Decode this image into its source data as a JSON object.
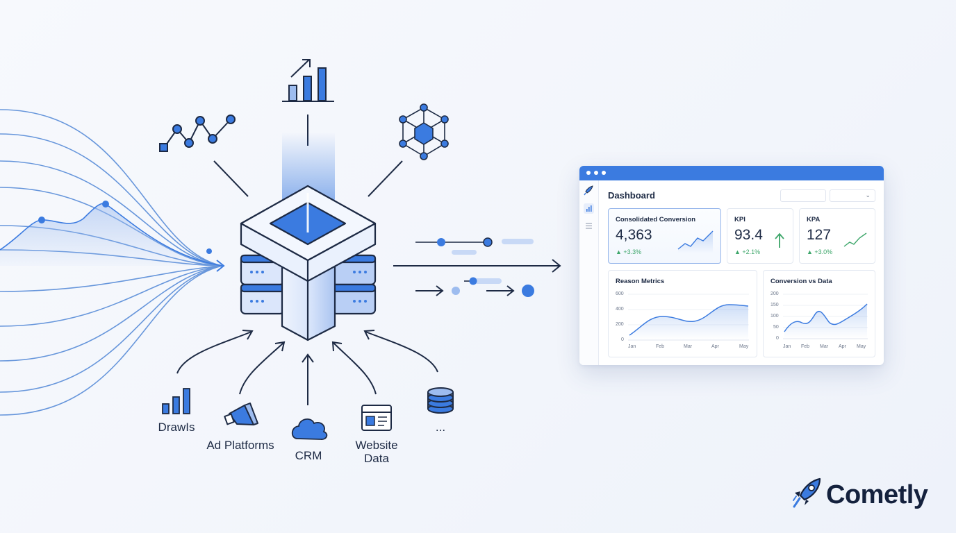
{
  "sources": [
    {
      "label": "DrawIs",
      "icon": "bar-chart-icon"
    },
    {
      "label": "Ad Platforms",
      "icon": "megaphone-icon"
    },
    {
      "label": "CRM",
      "icon": "cloud-icon"
    },
    {
      "label": "Website\nData",
      "icon": "browser-window-icon"
    },
    {
      "label": "...",
      "icon": "database-icon"
    }
  ],
  "outputs_icons": [
    "line-chart-icon",
    "bar-growth-icon",
    "network-graph-icon"
  ],
  "dashboard": {
    "title": "Dashboard",
    "cards": [
      {
        "title": "Consolidated Conversion",
        "value": "4,363",
        "delta": "▲ +3.3%"
      },
      {
        "title": "KPI",
        "value": "93.4",
        "delta": "▲ +2.1%"
      },
      {
        "title": "KPA",
        "value": "127",
        "delta": "▲ +3.0%"
      }
    ],
    "charts": [
      {
        "title": "Reason Metrics",
        "y_ticks": [
          "600",
          "400",
          "200",
          "0"
        ],
        "x_ticks": [
          "Jan",
          "Feb",
          "Mar",
          "Apr",
          "May"
        ]
      },
      {
        "title": "Conversion vs Data",
        "y_ticks": [
          "200",
          "150",
          "100",
          "50",
          "0"
        ],
        "x_ticks": [
          "Jan",
          "Feb",
          "Mar",
          "Apr",
          "May"
        ]
      }
    ]
  },
  "brand": {
    "name": "Cometly",
    "icon": "rocket-icon"
  },
  "colors": {
    "accent": "#3b7be0",
    "dark": "#1d2a44",
    "positive": "#3da66a"
  }
}
